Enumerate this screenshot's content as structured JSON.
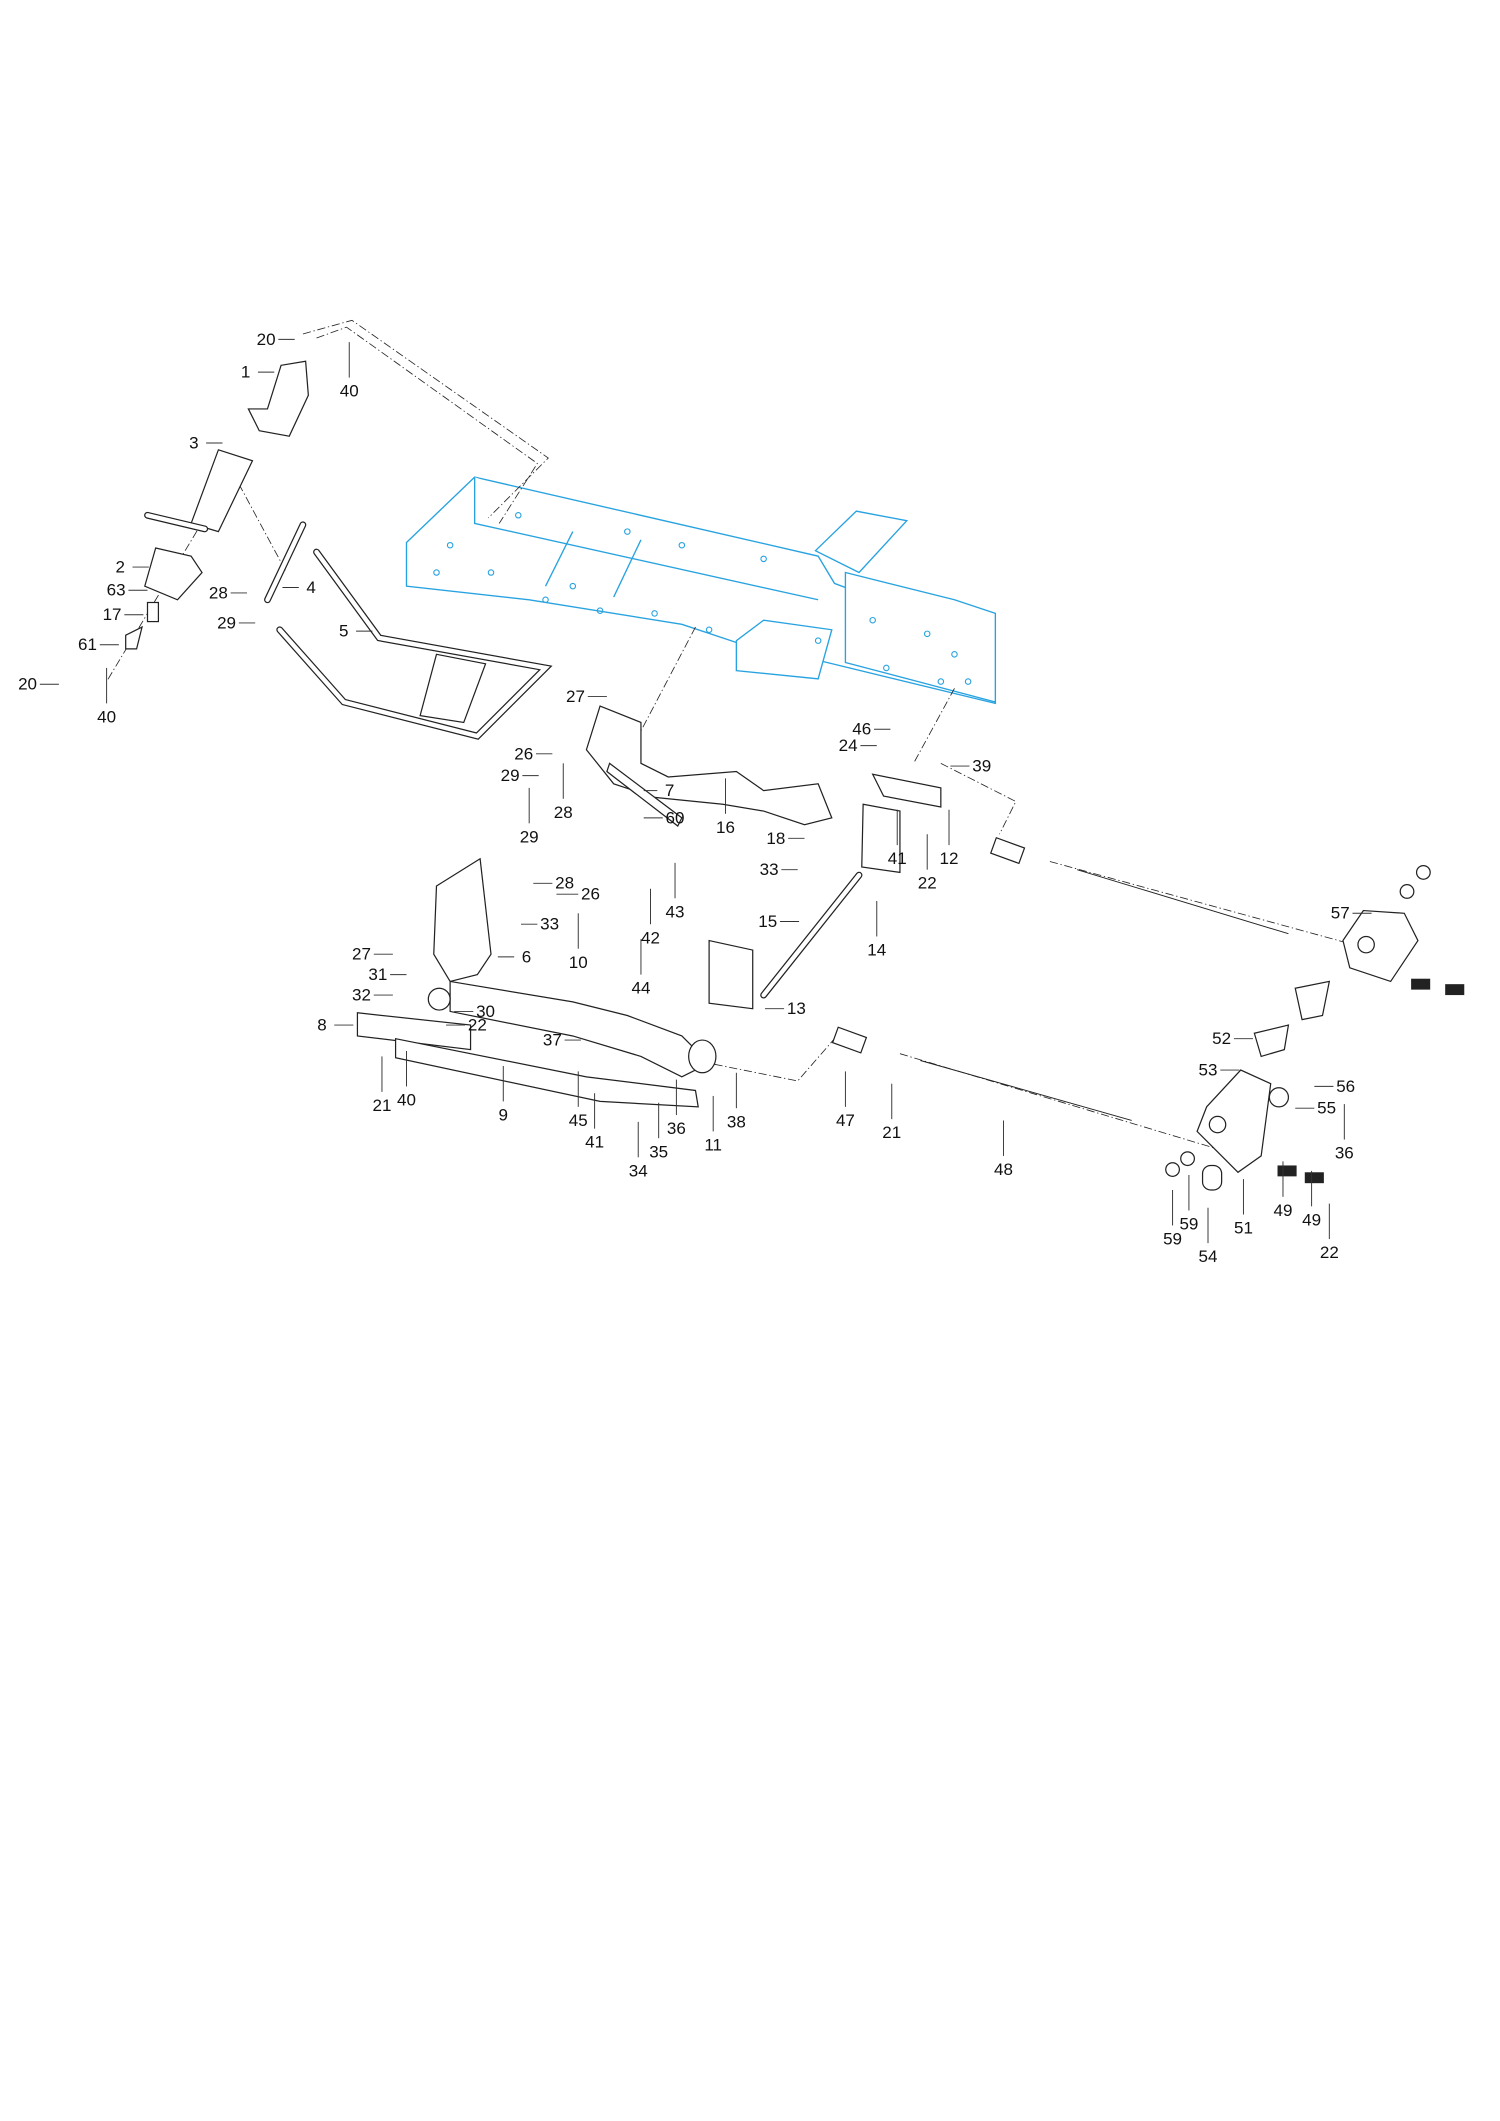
{
  "diagram": {
    "type": "exploded parts diagram",
    "frame_color": "#29a3e0",
    "callouts": [
      "20",
      "1",
      "40",
      "3",
      "2",
      "63",
      "17",
      "28",
      "4",
      "29",
      "61",
      "5",
      "20",
      "40",
      "27",
      "26",
      "29",
      "7",
      "28",
      "60",
      "16",
      "46",
      "24",
      "39",
      "18",
      "41",
      "12",
      "22",
      "33",
      "14",
      "57",
      "29",
      "28",
      "26",
      "33",
      "15",
      "43",
      "42",
      "27",
      "6",
      "10",
      "31",
      "44",
      "32",
      "13",
      "30",
      "8",
      "22",
      "37",
      "52",
      "53",
      "56",
      "55",
      "21",
      "40",
      "9",
      "45",
      "36",
      "38",
      "47",
      "21",
      "41",
      "35",
      "11",
      "36",
      "34",
      "48",
      "59",
      "49",
      "49",
      "51",
      "59",
      "22",
      "54"
    ]
  }
}
